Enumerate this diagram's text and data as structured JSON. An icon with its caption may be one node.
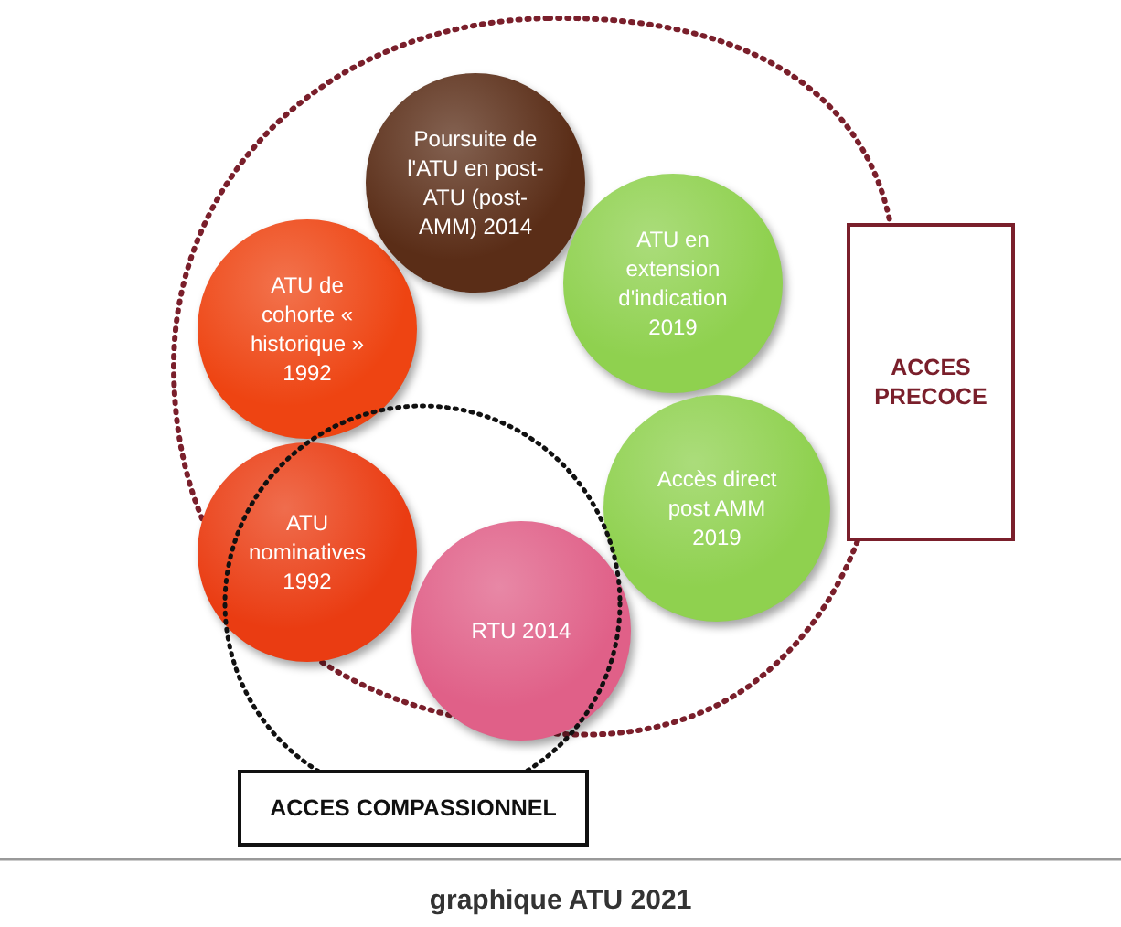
{
  "diagram": {
    "caption": "graphique ATU 2021",
    "nodes": [
      {
        "text": [
          "Poursuite de l'ATU en post-ATU (post-AMM) 2014"
        ]
      },
      {
        "text": [
          "ATU de cohorte « historique » 1992"
        ]
      },
      {
        "text": [
          "ATU en extension d'indication 2019"
        ]
      },
      {
        "text": [
          "ATU nominatives 1992"
        ]
      },
      {
        "text": [
          "Accès direct post AMM 2019"
        ]
      },
      {
        "text": [
          "RTU 2014"
        ]
      },
      {
        "text": [
          "ACCES PRECOCE"
        ]
      },
      {
        "text": [
          "ACCES COMPASSIONNEL"
        ]
      }
    ]
  }
}
